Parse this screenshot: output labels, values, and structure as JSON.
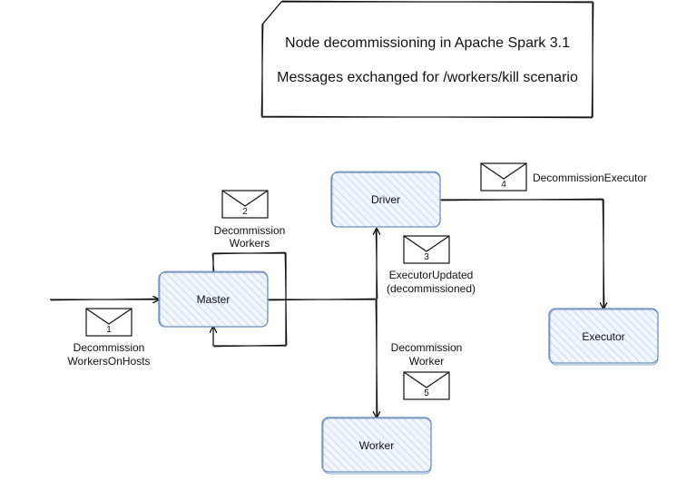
{
  "header": {
    "title": "Node decommissioning in Apache Spark 3.1",
    "subtitle": "Messages exchanged for /workers/kill scenario"
  },
  "nodes": {
    "driver": "Driver",
    "master": "Master",
    "executor": "Executor",
    "worker": "Worker"
  },
  "messages": [
    {
      "number": "1",
      "label_line1": "Decommission",
      "label_line2": "WorkersOnHosts"
    },
    {
      "number": "2",
      "label_line1": "Decommission",
      "label_line2": "Workers"
    },
    {
      "number": "3",
      "label_line1": "ExecutorUpdated",
      "label_line2": "(decommissioned)"
    },
    {
      "number": "4",
      "label_line1": "DecommissionExecutor",
      "label_line2": ""
    },
    {
      "number": "5",
      "label_line1": "Decommission",
      "label_line2": "Worker"
    }
  ],
  "colors": {
    "node_fill": "#dae8fc",
    "node_stroke": "#6c8ebf",
    "line": "#111111"
  }
}
